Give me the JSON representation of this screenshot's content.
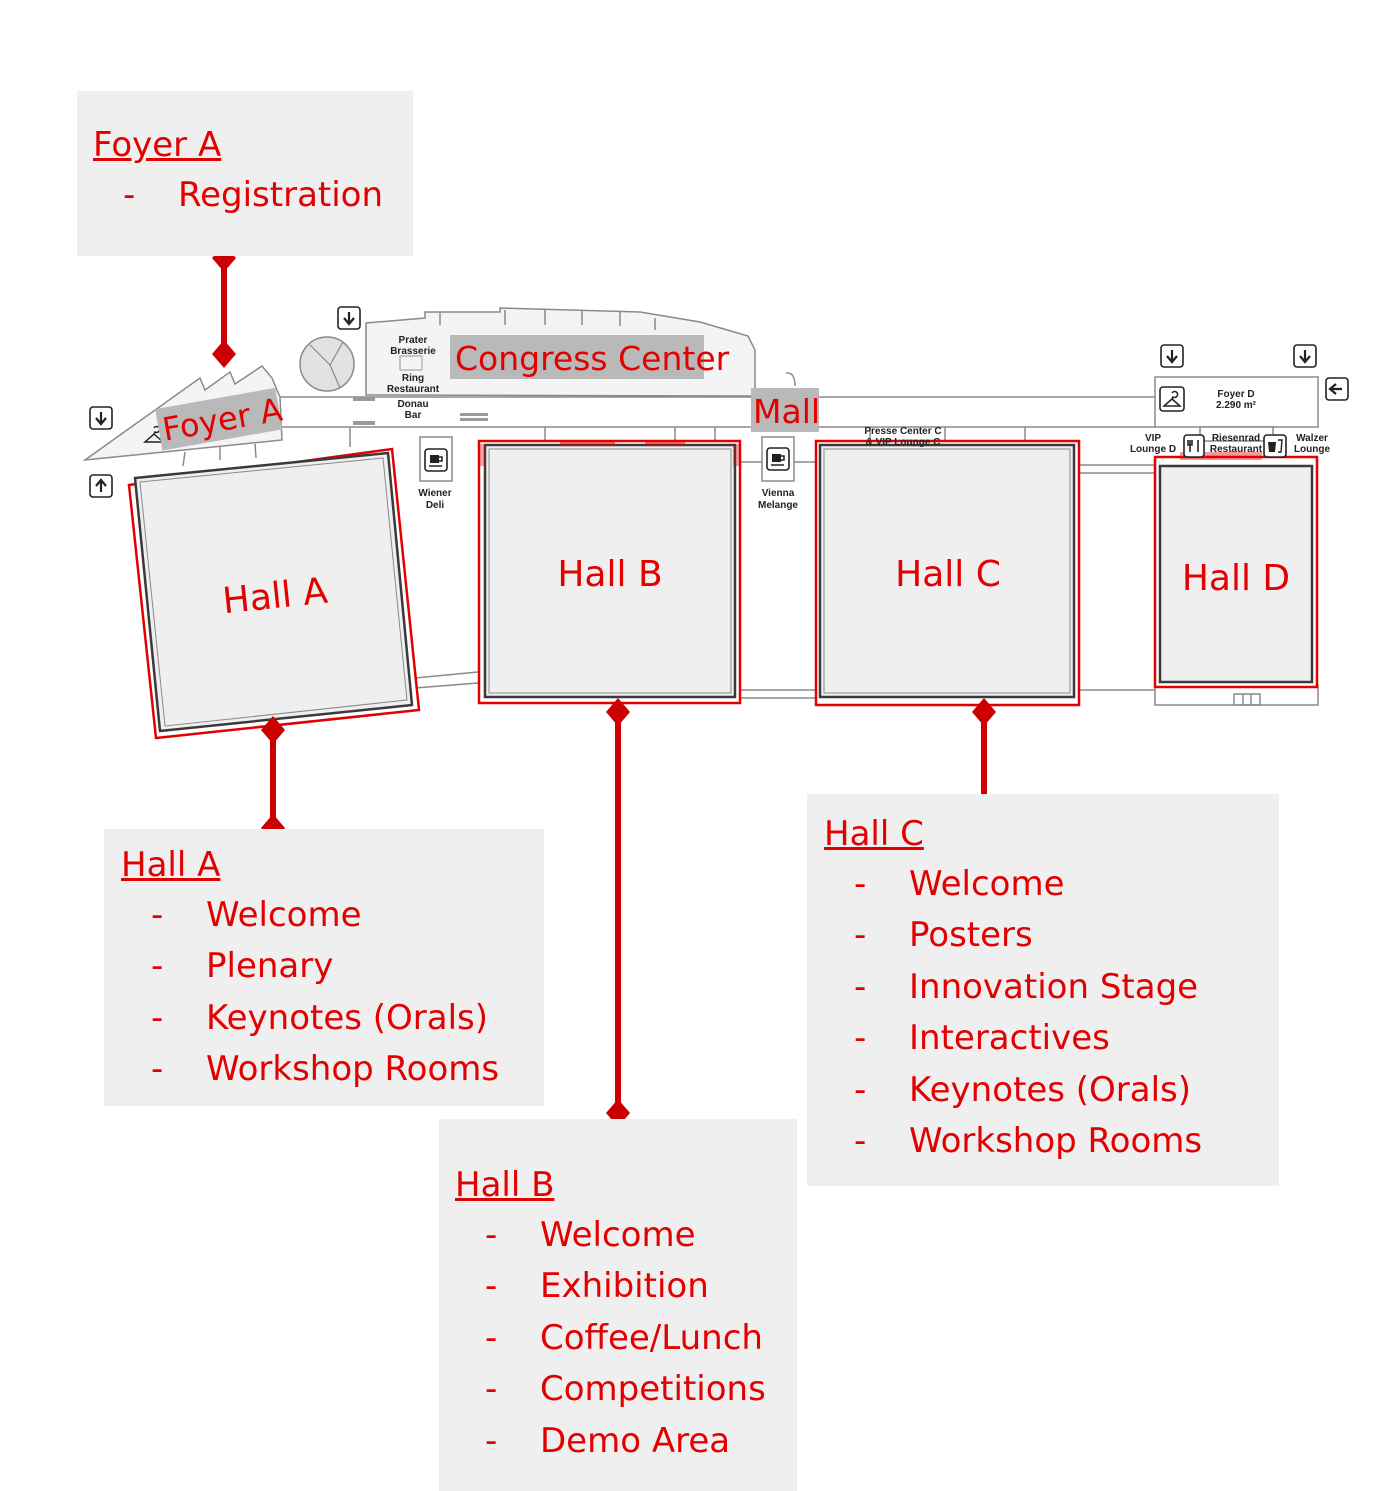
{
  "floor_labels": {
    "prater": "Prater",
    "brasserie": "Brasserie",
    "ring": "Ring",
    "restaurant": "Restaurant",
    "donau": "Donau",
    "bar": "Bar",
    "wiener": "Wiener",
    "deli": "Deli",
    "vienna": "Vienna",
    "melange": "Melange",
    "presse_center": "Presse Center C",
    "vip_lounge_c": "& VIP Lounge C",
    "foyer_d": "Foyer D",
    "foyer_d_area": "2.290 m²",
    "vip": "VIP",
    "lounge_d": "Lounge D",
    "riesenrad": "Riesenrad",
    "riesenrad_restaurant": "Restaurant",
    "walzer": "Walzer",
    "walzer_lounge": "Lounge"
  },
  "map_labels": {
    "congress_center": "Congress Center",
    "mall": "Mall",
    "foyer_a": "Foyer A",
    "hall_a": "Hall A",
    "hall_b": "Hall B",
    "hall_c": "Hall C",
    "hall_d": "Hall D"
  },
  "boxes": {
    "foyer_a": {
      "title": "Foyer A",
      "items": [
        "Registration"
      ]
    },
    "hall_a": {
      "title": "Hall A",
      "items": [
        "Welcome",
        "Plenary",
        "Keynotes (Orals)",
        "Workshop Rooms"
      ]
    },
    "hall_b": {
      "title": "Hall B",
      "items": [
        "Welcome",
        "Exhibition",
        "Coffee/Lunch",
        "Competitions",
        "Demo Area"
      ]
    },
    "hall_c": {
      "title": "Hall C",
      "items": [
        "Welcome",
        "Posters",
        "Innovation Stage",
        "Interactives",
        "Keynotes (Orals)",
        "Workshop Rooms"
      ]
    }
  },
  "icons": [
    "arrow-down-icon",
    "arrow-up-icon",
    "arrow-left-icon",
    "coat-hanger-icon",
    "coffee-cup-icon",
    "cutlery-icon",
    "drink-icon"
  ],
  "colors": {
    "accent": "#e30000",
    "connector": "#cc0000",
    "hall_fill": "#efefef",
    "label_bg": "#b9b9b9",
    "box_bg": "#efefef",
    "plan_line": "#8a8a8a"
  }
}
